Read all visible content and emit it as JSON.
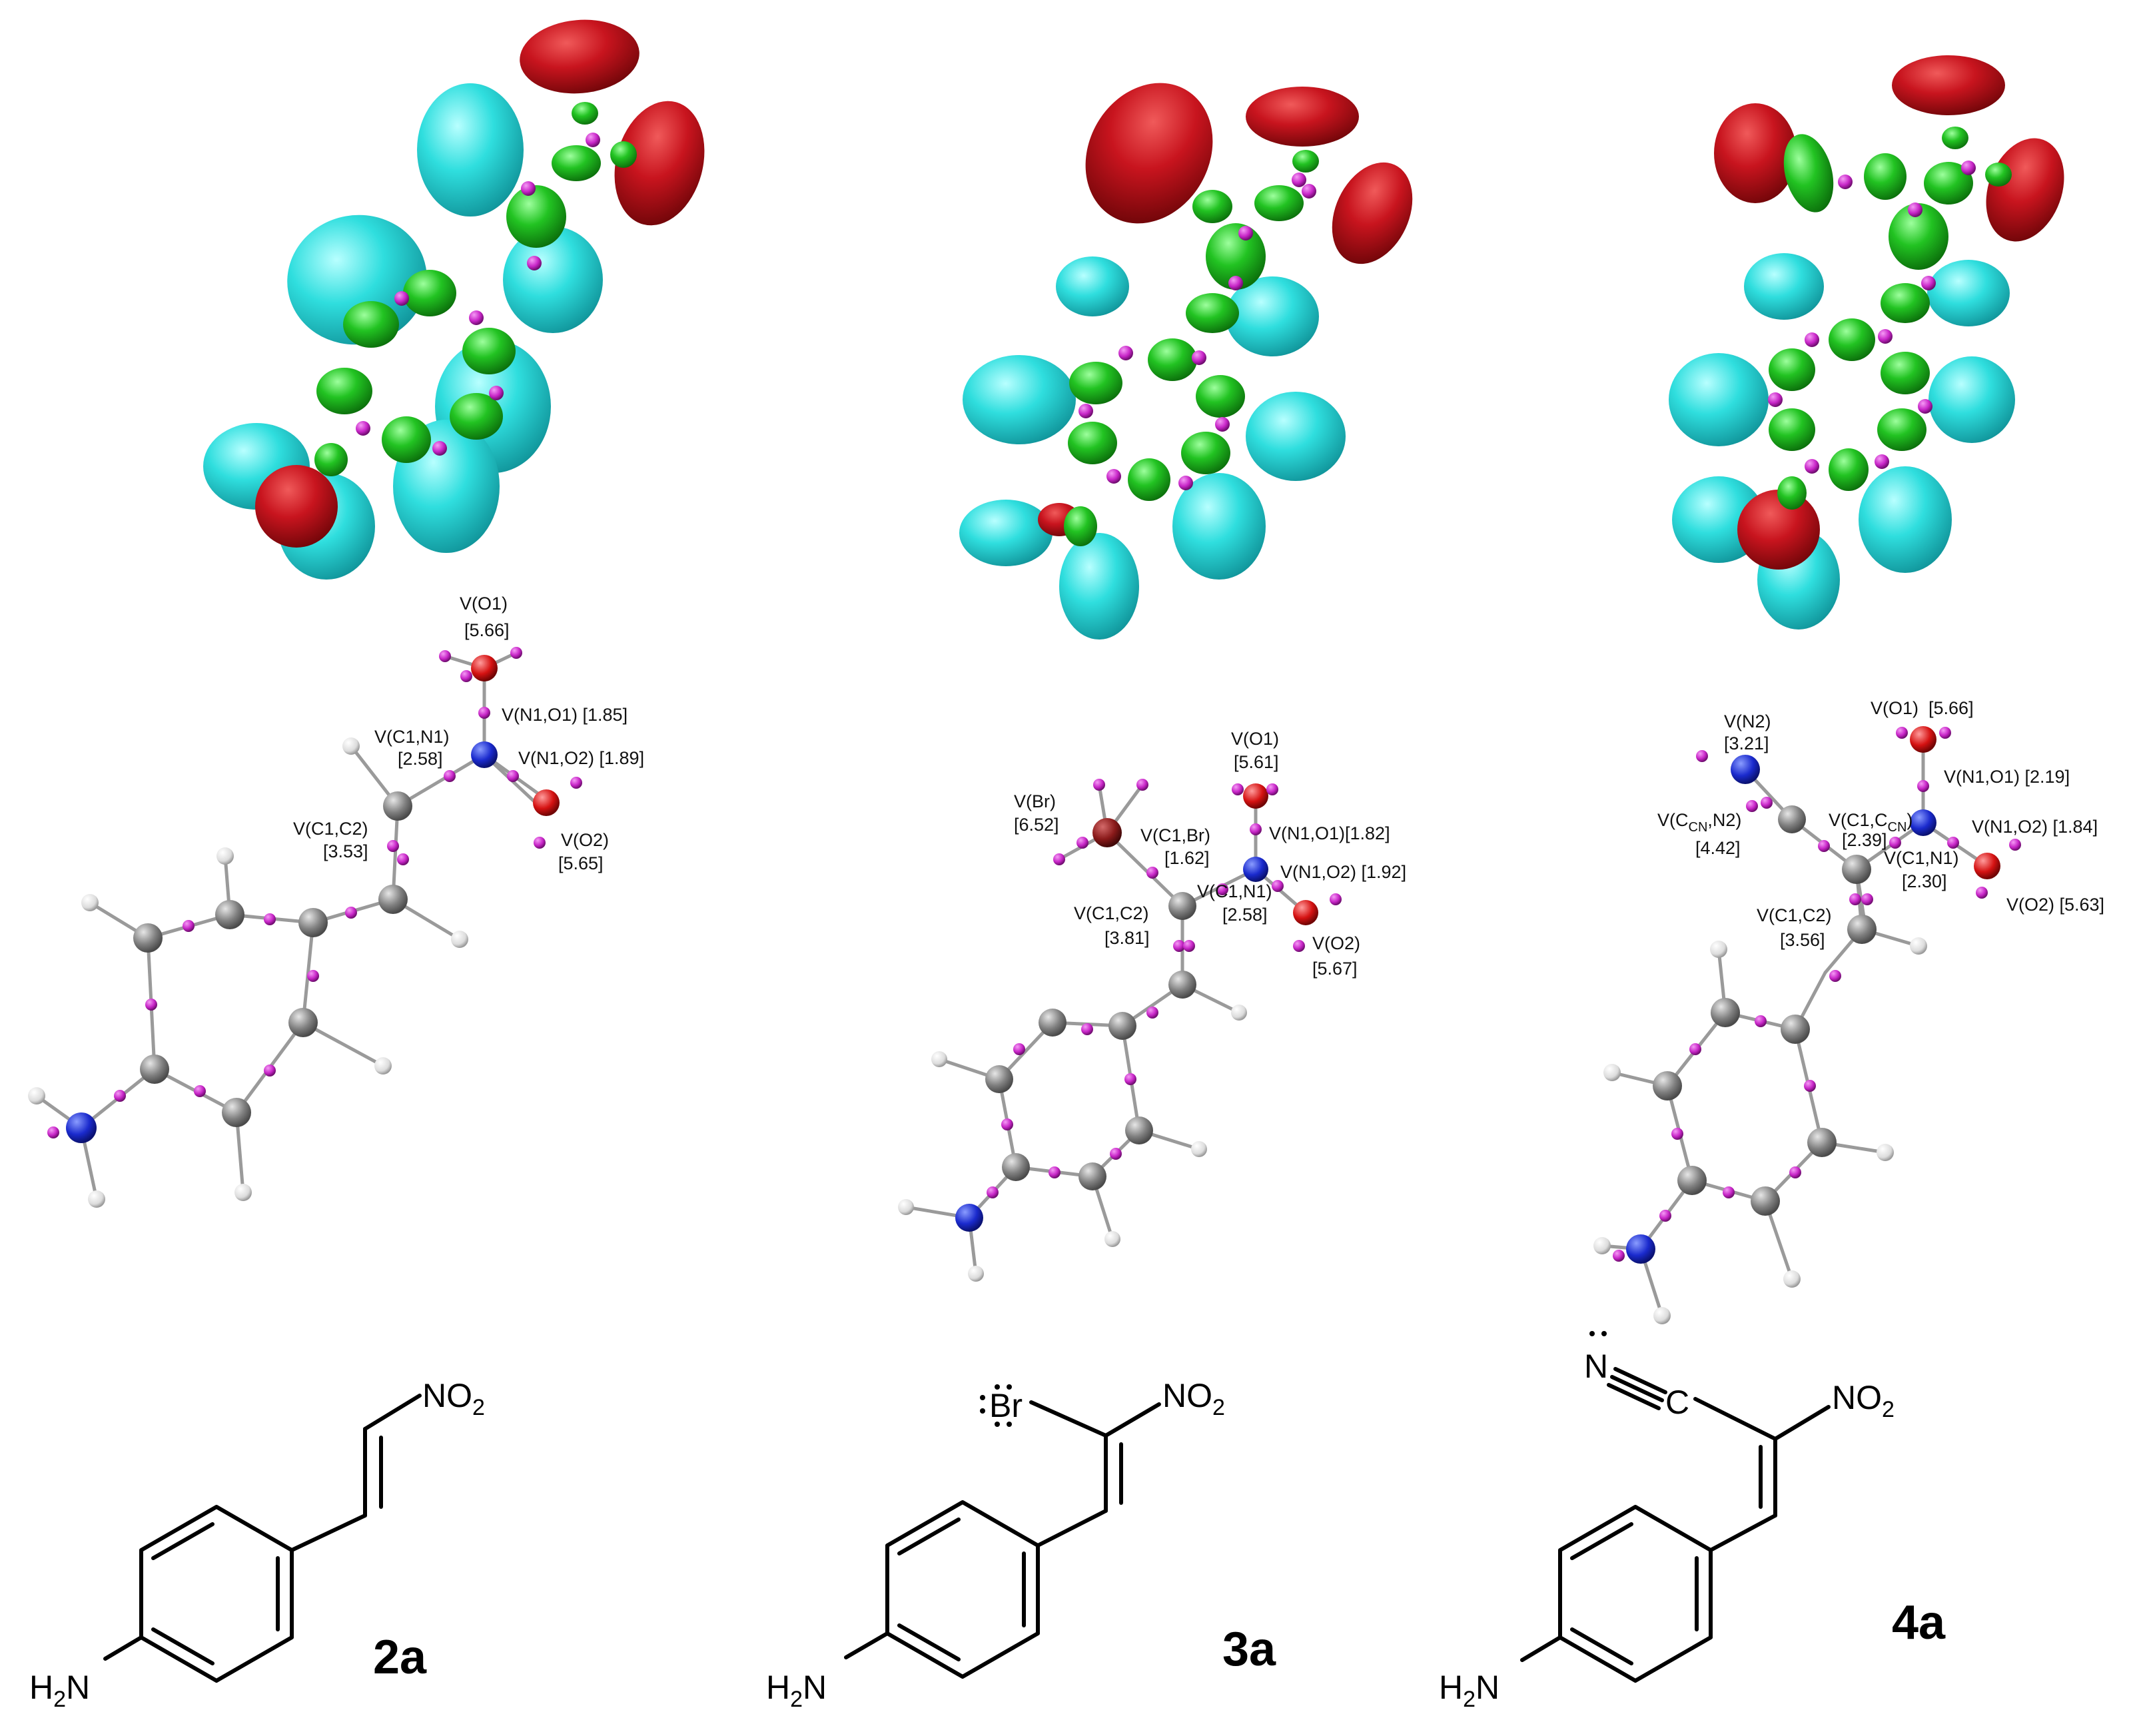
{
  "colors": {
    "cyan_basin": "#29d8d8",
    "red_basin": "#c8141e",
    "green_basin": "#1fc21f",
    "attractor": "#c826c8",
    "carbon": "#7d7d7d",
    "hydrogen": "#e6e6e6",
    "nitrogen": "#1a2acd",
    "oxygen": "#d51212",
    "bromine": "#8a1a1a"
  },
  "compounds": [
    {
      "id": "2a",
      "labels": {
        "vo1": "V(O1)",
        "vo1_val": "[5.66]",
        "vn1o1": "V(N1,O1) [1.85]",
        "vc1n1": "V(C1,N1)",
        "vc1n1_val": "[2.58]",
        "vn1o2": "V(N1,O2) [1.89]",
        "vc1c2": "V(C1,C2)",
        "vc1c2_val": "[3.53]",
        "vo2": "V(O2)",
        "vo2_val": "[5.65]"
      },
      "structure": {
        "amine": "H",
        "amine_sub": "2",
        "amine_n": "N",
        "nitro": "NO",
        "nitro_sub": "2"
      }
    },
    {
      "id": "3a",
      "labels": {
        "vo1": "V(O1)",
        "vo1_val": "[5.61]",
        "vbr": "V(Br)",
        "vbr_val": "[6.52]",
        "vc1br": "V(C1,Br)",
        "vc1br_val": "[1.62]",
        "vn1o1": "V(N1,O1)[1.82]",
        "vn1o2": "V(N1,O2) [1.92]",
        "vc1n1": "V(C1,N1)",
        "vc1n1_val": "[2.58]",
        "vc1c2": "V(C1,C2)",
        "vc1c2_val": "[3.81]",
        "vo2": "V(O2)",
        "vo2_val": "[5.67]"
      },
      "structure": {
        "amine": "H",
        "amine_sub": "2",
        "amine_n": "N",
        "nitro": "NO",
        "nitro_sub": "2",
        "br": "Br"
      }
    },
    {
      "id": "4a",
      "labels": {
        "vn2": "V(N2)",
        "vn2_val": "[3.21]",
        "vo1": "V(O1)  [5.66]",
        "vn1o1": "V(N1,O1) [2.19]",
        "vccn_n2_pre": "V(C",
        "vccn_n2_sub": "CN",
        "vccn_n2_post": ",N2)",
        "vccn_n2_val": "[4.42]",
        "vc1ccn_pre": "V(C1,C",
        "vc1ccn_sub": "CN",
        "vc1ccn_post": ")",
        "vc1ccn_val": "[2.39]",
        "vn1o2": "V(N1,O2) [1.84]",
        "vc1n1": "V(C1,N1)",
        "vc1n1_val": "[2.30]",
        "vo2": "V(O2) [5.63]",
        "vc1c2": "V(C1,C2)",
        "vc1c2_val": "[3.56]"
      },
      "structure": {
        "amine": "H",
        "amine_sub": "2",
        "amine_n": "N",
        "nitro": "NO",
        "nitro_sub": "2",
        "nitrile_n": "N",
        "nitrile_c": "C"
      }
    }
  ]
}
